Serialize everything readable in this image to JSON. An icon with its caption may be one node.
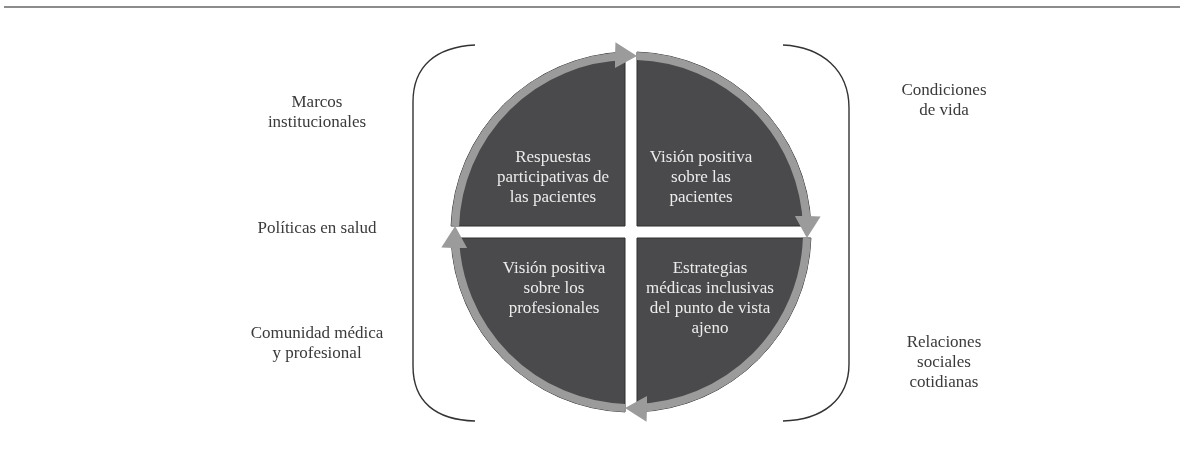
{
  "diagram": {
    "nodes": [
      {
        "text": [
          "Respuestas participativas de las pacientes"
        ]
      },
      {
        "text": [
          "Visión positiva sobre las pacientes"
        ]
      },
      {
        "text": [
          "Visión positiva sobre los profesionales"
        ]
      },
      {
        "text": [
          "Estrategias médicas inclusivas del punto de vista ajeno"
        ]
      }
    ],
    "edges": [
      {
        "from": 0,
        "to": 1,
        "arrow": "to"
      },
      {
        "from": 1,
        "to": 3,
        "arrow": "to"
      },
      {
        "from": 3,
        "to": 2,
        "arrow": "to"
      },
      {
        "from": 2,
        "to": 0,
        "arrow": "to"
      }
    ],
    "labels": [
      "Marcos institucionales",
      "Condiciones de vida",
      "Políticas en salud",
      "Comunidad médica y profesional",
      "Relaciones sociales cotidianas"
    ]
  }
}
